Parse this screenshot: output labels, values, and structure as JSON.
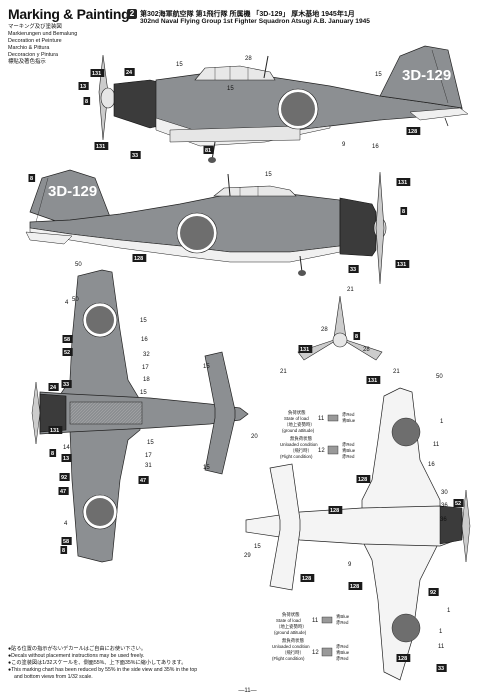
{
  "header": {
    "title": "Marking & Painting",
    "subtitles": [
      "マーキング及び塗装図",
      "Markierungen und Bemalung",
      "Decoration et Peinture",
      "Marchio & Pittura",
      "Decoracion y Pintura",
      "標貼及著色指示"
    ],
    "step_number": "2",
    "caption_jp": "第302海軍航空隊 第1飛行隊 所属機 「3D-129」 厚木基地 1945年1月",
    "caption_en": "302nd Naval Flying Group 1st Fighter Squadron Atsugi A.B. January 1945"
  },
  "aircraft": {
    "tail_code": "3D-129"
  },
  "colors": {
    "upper_surface": "#8c8f92",
    "lower_surface": "#f4f4f4",
    "hinomaru": "#6e6e6e",
    "engine_cowl": "#3b3b3b",
    "callout_badge": "#1a1a1a",
    "outline": "#222222"
  },
  "callouts": {
    "side_top": [
      "131",
      "8",
      "13",
      "24",
      "131",
      "33",
      "15",
      "28",
      "15",
      "81",
      "15",
      "9",
      "16",
      "128"
    ],
    "side_bottom": [
      "8",
      "15",
      "131",
      "8",
      "50",
      "128",
      "33",
      "131"
    ],
    "plan_top": [
      "50",
      "4",
      "15",
      "58",
      "52",
      "16",
      "32",
      "17",
      "18",
      "15",
      "24",
      "33",
      "131",
      "14",
      "13",
      "15",
      "47",
      "17",
      "31",
      "8",
      "92",
      "47",
      "4",
      "58",
      "8",
      "20",
      "15",
      "15"
    ],
    "prop": [
      "21",
      "8",
      "28",
      "28",
      "131",
      "131",
      "21",
      "21"
    ],
    "plan_bottom": [
      "50",
      "1",
      "11",
      "16",
      "128",
      "30",
      "52",
      "36",
      "128",
      "29",
      "15",
      "128",
      "9",
      "128",
      "1",
      "92",
      "36",
      "128",
      "1",
      "11",
      "33"
    ]
  },
  "legend_top": {
    "state_load_jp": "負荷状態",
    "state_load_en": "State of load",
    "ground_jp": "（地上姿勢時）",
    "ground_en": "(ground attitude)",
    "unloaded_jp": "無負荷状態",
    "unloaded_en": "Unloaded condition",
    "flight_jp": "（飛行時）",
    "flight_en": "(Flight condition)",
    "row1_number": "11",
    "row1_colors": "赤Red\n青Blue",
    "row2_number": "12",
    "row2_colors": "赤Red\n青Blue\n赤Red"
  },
  "legend_bottom": {
    "state_load_jp": "負荷状態",
    "state_load_en": "State of load",
    "ground_jp": "（地上姿勢時）",
    "ground_en": "(ground attitude)",
    "unloaded_jp": "無負荷状態",
    "unloaded_en": "Unloaded condition",
    "flight_jp": "（飛行時）",
    "flight_en": "(Flight condition)",
    "row1_number": "11",
    "row1_colors": "青Blue\n赤Red",
    "row2_number": "12",
    "row2_colors": "赤Red\n青Blue\n赤Red"
  },
  "footnotes": [
    "●貼る位置の指示がないデカールはご自由にお使い下さい。",
    "●Decals without placement instructions may be used freely.",
    "●この塗装図は1/32スケールを、側面55%、上下面35%に縮小してあります。",
    "●This marking chart has been reduced by 55% in the side view and 35% in the top",
    "and bottom views from 1/32 scale."
  ],
  "page_number": "—11—"
}
